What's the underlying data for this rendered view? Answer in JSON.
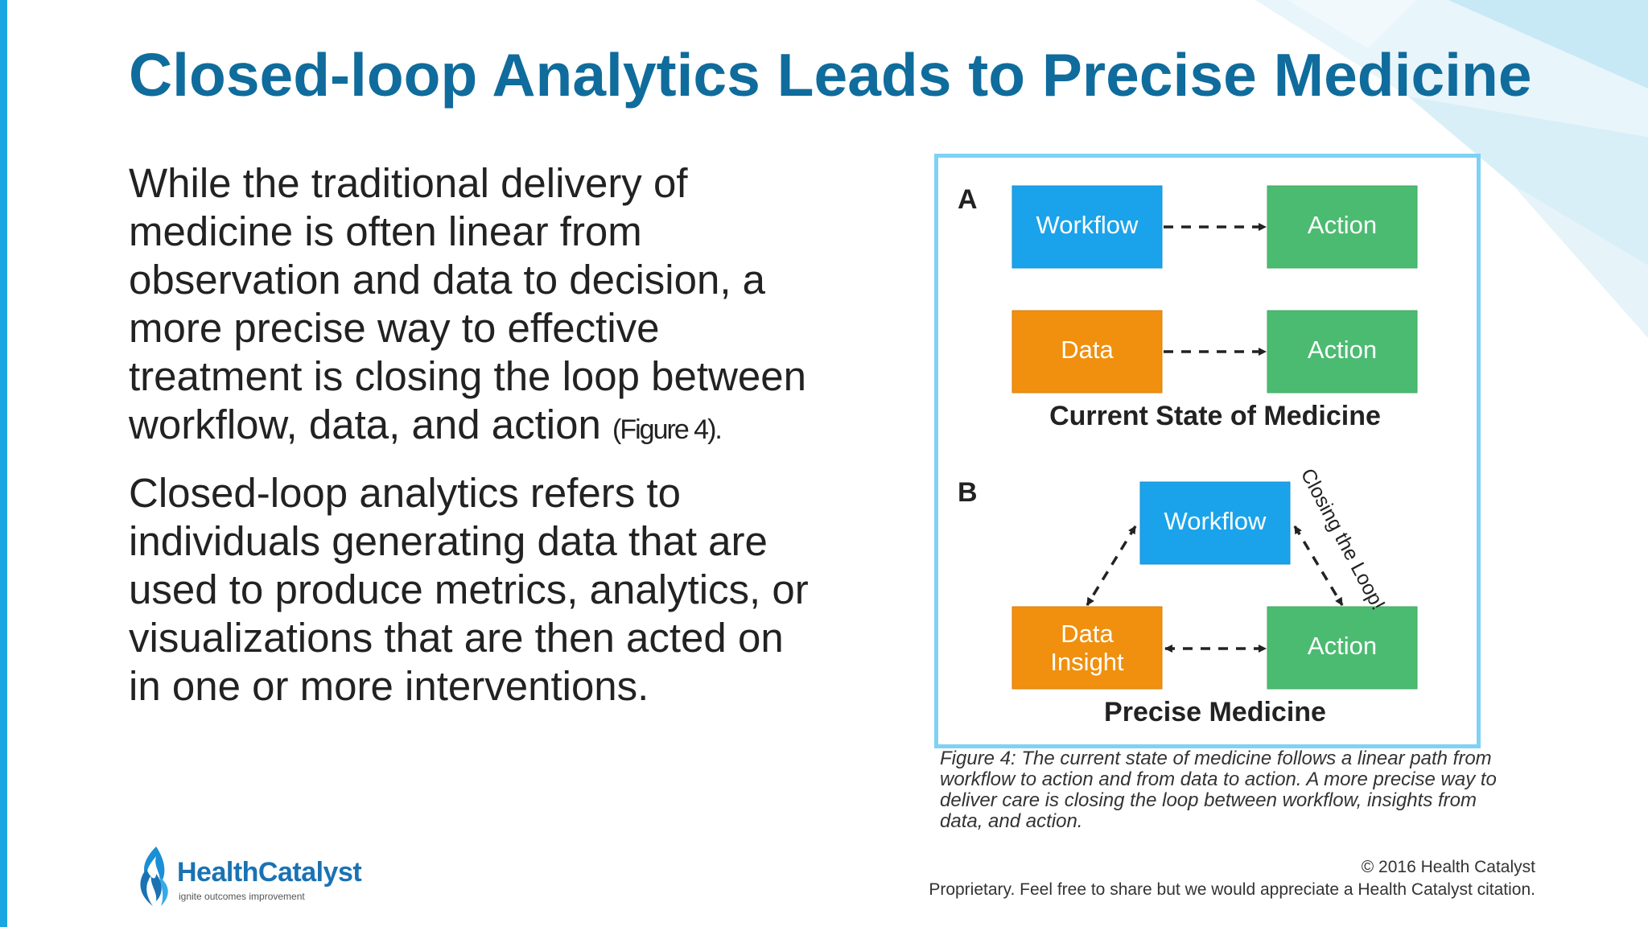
{
  "slide": {
    "title": "Closed-loop Analytics Leads to Precise Medicine",
    "paragraph1": {
      "lines": [
        "While the traditional delivery of",
        "medicine is often linear from",
        "observation and data to decision, a",
        "more precise way to effective",
        "treatment is closing the loop between",
        "workflow, data, and action"
      ],
      "figure_ref": "(Figure 4)."
    },
    "paragraph2": {
      "lines": [
        "Closed-loop analytics refers to",
        "individuals generating data that are",
        "used to produce metrics, analytics, or",
        "visualizations that are then acted on",
        "in one or more interventions."
      ]
    }
  },
  "figure": {
    "colors": {
      "workflow": "#1aa3ea",
      "action": "#4cbb72",
      "data": "#f0900e",
      "frame": "#7fd1f5"
    },
    "panel_a": {
      "label": "A",
      "box_workflow": "Workflow",
      "box_action_1": "Action",
      "box_data": "Data",
      "box_action_2": "Action",
      "heading": "Current State of Medicine"
    },
    "panel_b": {
      "label": "B",
      "box_workflow": "Workflow",
      "box_data_insight": [
        "Data",
        "Insight"
      ],
      "box_action": "Action",
      "loop_label": "Closing the Loop!",
      "heading": "Precise Medicine"
    },
    "caption": "Figure 4: The current state of medicine follows a linear path from workflow to action and from data to action. A more precise way to deliver care is closing the loop between workflow, insights from data, and action."
  },
  "footer": {
    "logo_name": "HealthCatalyst",
    "logo_tagline": "ignite outcomes improvement",
    "copyright": "© 2016 Health Catalyst",
    "notice": "Proprietary. Feel free to share but we would appreciate a Health Catalyst citation."
  }
}
